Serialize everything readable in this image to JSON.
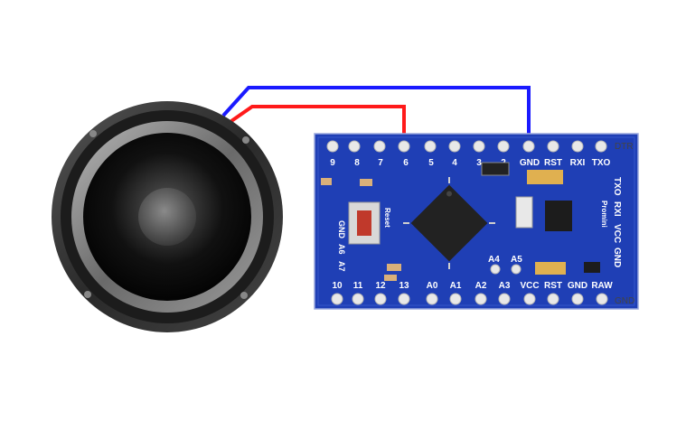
{
  "colors": {
    "wire_gnd": "#1a1aff",
    "wire_signal": "#ff1a1a",
    "board": "#1f3fb5",
    "speaker_rim": "#2e2e2e",
    "chip": "#222222",
    "reset_button": "#c0392b"
  },
  "icons": {
    "speaker": "speaker-icon",
    "board": "arduino-pro-mini-board",
    "reset_button": "reset-button-icon"
  },
  "board": {
    "top_pins": [
      "9",
      "8",
      "7",
      "6",
      "5",
      "4",
      "3",
      "2",
      "GND",
      "RST",
      "RXI",
      "TXO"
    ],
    "top_right_label": "DTR",
    "bottom_pins": [
      "10",
      "11",
      "12",
      "13",
      "A0",
      "A1",
      "A2",
      "A3",
      "VCC",
      "RST",
      "GND",
      "RAW"
    ],
    "bottom_right_label": "GND",
    "analog_extra": [
      "A4",
      "A5"
    ],
    "left_side_labels": [
      "GND",
      "A6",
      "A7"
    ],
    "right_side_labels": [
      "TXO",
      "RXI",
      "Promini",
      "VCC",
      "GND"
    ],
    "reset_label": "Reset"
  },
  "wiring": [
    {
      "from": "speaker",
      "to": "GND",
      "color": "blue"
    },
    {
      "from": "speaker",
      "to": "6",
      "color": "red"
    }
  ]
}
